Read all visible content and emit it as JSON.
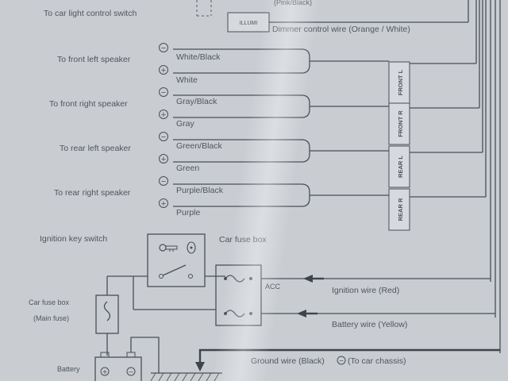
{
  "top": {
    "partial_label": "(Pink/Black)",
    "light_switch_label": "To car light control switch",
    "illumi_label": "ILLUMI",
    "dimmer_label": "Dimmer control wire (Orange / White)"
  },
  "speakers": [
    {
      "label": "To front left speaker",
      "neg_wire": "White/Black",
      "pos_wire": "White",
      "connector": "FRONT L"
    },
    {
      "label": "To front right speaker",
      "neg_wire": "Gray/Black",
      "pos_wire": "Gray",
      "connector": "FRONT R"
    },
    {
      "label": "To rear left speaker",
      "neg_wire": "Green/Black",
      "pos_wire": "Green",
      "connector": "REAR L"
    },
    {
      "label": "To rear right speaker",
      "neg_wire": "Purple/Black",
      "pos_wire": "Purple",
      "connector": "REAR R"
    }
  ],
  "power": {
    "ignition_key_switch": "Ignition key switch",
    "car_fuse_box": "Car fuse box",
    "acc": "ACC",
    "ignition_wire": "Ignition wire (Red)",
    "battery_wire": "Battery wire (Yellow)",
    "main_fuse_box_line1": "Car fuse box",
    "main_fuse_box_line2": "(Main fuse)",
    "battery": "Battery",
    "ground_wire": "Ground wire (Black)",
    "ground_wire_suffix": "(To car chassis)"
  },
  "symbols": {
    "minus": "−",
    "plus": "+"
  },
  "colors": {
    "paper": "#c9cdd2",
    "ink": "#4a4f57"
  }
}
